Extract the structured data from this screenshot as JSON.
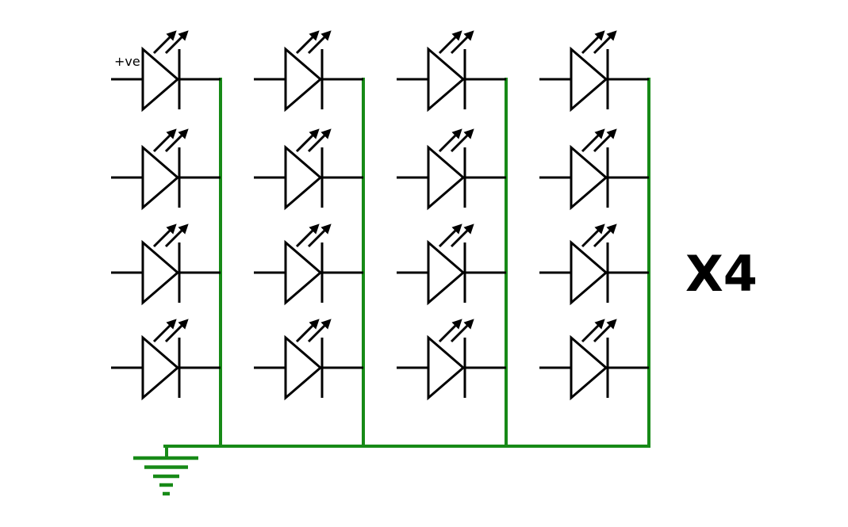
{
  "diagram": {
    "type": "circuit-schematic",
    "labels": {
      "positive_terminal": "+ve",
      "multiplier": "X4"
    },
    "colors": {
      "wire": "#178a17",
      "component": "#000000",
      "label": "#000000",
      "background": "#ffffff"
    },
    "grid": {
      "rows": 4,
      "columns": 4,
      "component": "LED"
    }
  }
}
